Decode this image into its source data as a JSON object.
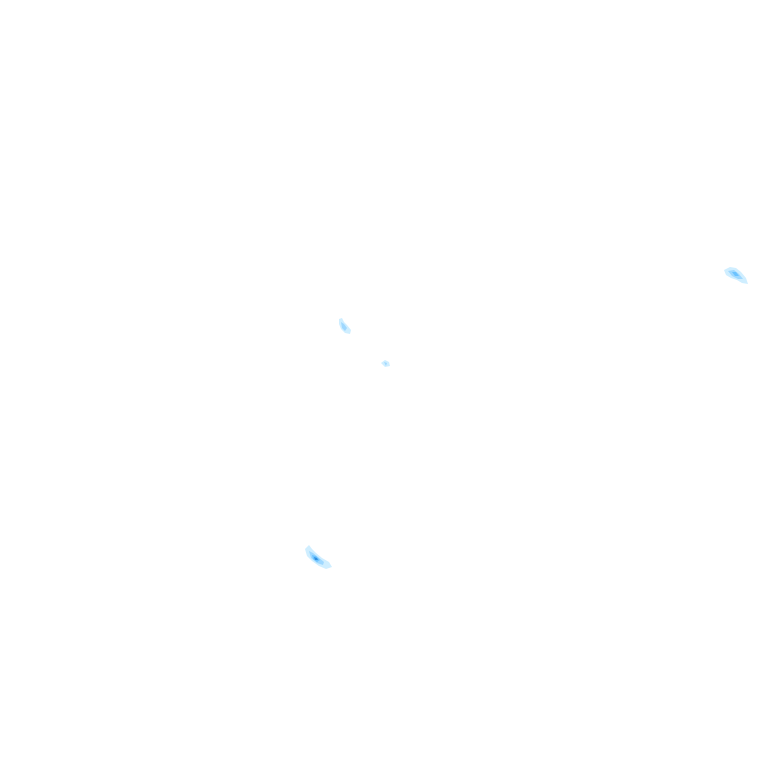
{
  "map": {
    "background_color": "#ffffff",
    "palette": {
      "light": "#cfeeff",
      "mid": "#9fd8ff",
      "strong": "#6cc3ff",
      "core": "#2f8fe0"
    },
    "patches": [
      {
        "id": "patch-east",
        "intensity": "medium"
      },
      {
        "id": "patch-center-north",
        "intensity": "medium"
      },
      {
        "id": "patch-center-speck",
        "intensity": "low"
      },
      {
        "id": "patch-south",
        "intensity": "high"
      }
    ]
  }
}
